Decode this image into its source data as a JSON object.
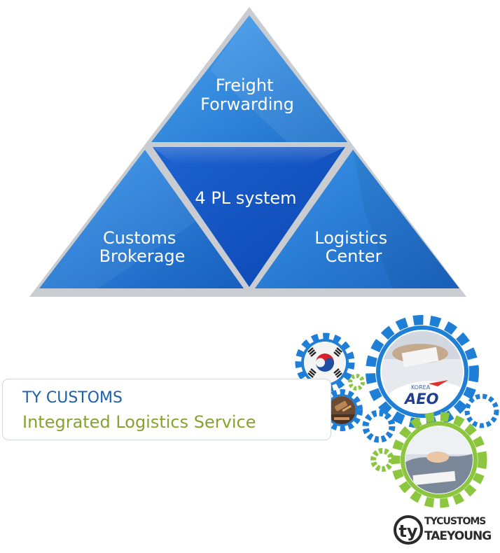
{
  "pyramid": {
    "top": [
      "Freight",
      "Forwarding"
    ],
    "center": "4 PL system",
    "left": [
      "Customs",
      "Brokerage"
    ],
    "right": [
      "Logistics",
      "Center"
    ]
  },
  "banner": {
    "title": "TY CUSTOMS",
    "subtitle": "Integrated Logistics Service"
  },
  "gears": {
    "badge": {
      "small": "KOREA",
      "large": "AEO"
    },
    "icons": [
      "korea-flag-icon",
      "gavel-icon",
      "aeo-badge-icon",
      "handshake-icon"
    ]
  },
  "logo": {
    "mark": "ty",
    "line1": "TYCUSTOMS",
    "line2": "TAEYOUNG"
  },
  "colors": {
    "blue_light": "#2f8ee6",
    "blue_mid": "#1f72cc",
    "blue_dark": "#0f4fbd",
    "gear_blue": "#1f7fd6",
    "gear_green": "#8cc63f",
    "banner_title": "#1d5fae",
    "banner_subtitle": "#86a331"
  }
}
